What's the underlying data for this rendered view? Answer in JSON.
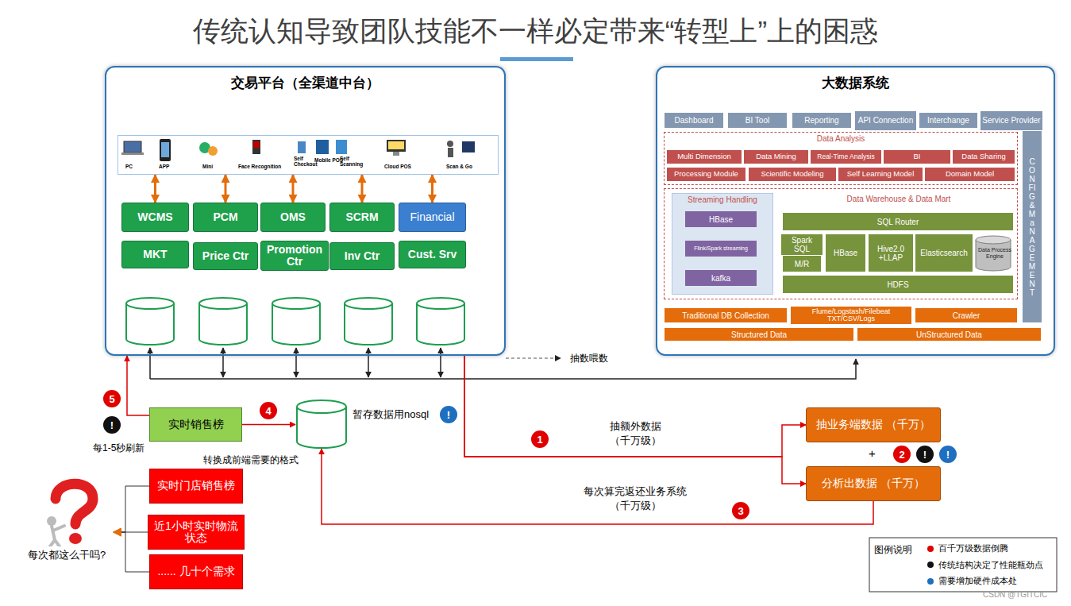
{
  "diagram": {
    "title": "传统认知导致团队技能不一样必定带来“转型上”上的困惑",
    "nodes": [
      {
        "text": [
          "交易平台（全渠道中台）"
        ]
      },
      {
        "text": [
          "PC",
          "APP",
          "Mini",
          "Face Recognition",
          "Self Checkout",
          "Mobile POS",
          "Self Scanning",
          "Cloud POS",
          "Scan & Go"
        ],
        "in": 0
      },
      {
        "text": [
          "WCMS"
        ],
        "in": 0
      },
      {
        "text": [
          "PCM"
        ],
        "in": 0
      },
      {
        "text": [
          "OMS"
        ],
        "in": 0
      },
      {
        "text": [
          "SCRM"
        ],
        "in": 0
      },
      {
        "text": [
          "Financial"
        ],
        "in": 0
      },
      {
        "text": [
          "MKT"
        ],
        "in": 0
      },
      {
        "text": [
          "Price Ctr"
        ],
        "in": 0
      },
      {
        "text": [
          "Promotion Ctr"
        ],
        "in": 0
      },
      {
        "text": [
          "Inv Ctr"
        ],
        "in": 0
      },
      {
        "text": [
          "Cust. Srv"
        ],
        "in": 0
      },
      {
        "text": [
          "大数据系统"
        ]
      },
      {
        "text": [
          "Dashboard"
        ],
        "in": 12
      },
      {
        "text": [
          "BI Tool"
        ],
        "in": 12
      },
      {
        "text": [
          "Reporting"
        ],
        "in": 12
      },
      {
        "text": [
          "API Connection"
        ],
        "in": 12
      },
      {
        "text": [
          "Interchange"
        ],
        "in": 12
      },
      {
        "text": [
          "Service Provider"
        ],
        "in": 12
      },
      {
        "text": [
          "Data Analysis"
        ],
        "in": 12
      },
      {
        "text": [
          "Multi Dimension"
        ],
        "in": 19
      },
      {
        "text": [
          "Data Mining"
        ],
        "in": 19
      },
      {
        "text": [
          "Real-Time Analysis"
        ],
        "in": 19
      },
      {
        "text": [
          "BI"
        ],
        "in": 19
      },
      {
        "text": [
          "Data Sharing"
        ],
        "in": 19
      },
      {
        "text": [
          "Processing Module"
        ],
        "in": 19
      },
      {
        "text": [
          "Scientific Modeling"
        ],
        "in": 19
      },
      {
        "text": [
          "Self Learning Model"
        ],
        "in": 19
      },
      {
        "text": [
          "Domain Model"
        ],
        "in": 19
      },
      {
        "text": [
          "CONFIG & MaNAGEMENT"
        ],
        "in": 12
      },
      {
        "text": [
          "Data Warehouse & Data Mart"
        ],
        "in": 12
      },
      {
        "text": [
          "Streaming Handling"
        ],
        "in": 30
      },
      {
        "text": [
          "HBase"
        ],
        "in": 31
      },
      {
        "text": [
          "Flink/Spark streaming"
        ],
        "in": 31
      },
      {
        "text": [
          "kafka"
        ],
        "in": 31
      },
      {
        "text": [
          "SQL Router"
        ],
        "in": 30
      },
      {
        "text": [
          "Spark SQL"
        ],
        "in": 30
      },
      {
        "text": [
          "M/R"
        ],
        "in": 30
      },
      {
        "text": [
          "HBase"
        ],
        "in": 30
      },
      {
        "text": [
          "Hive2.0 +LLAP"
        ],
        "in": 30
      },
      {
        "text": [
          "Elasticsearch"
        ],
        "in": 30
      },
      {
        "text": [
          "Data Process Engine"
        ],
        "in": 30
      },
      {
        "text": [
          "HDFS"
        ],
        "in": 30
      },
      {
        "text": [
          "Traditional DB Collection"
        ],
        "in": 12
      },
      {
        "text": [
          "Flume/Logstash/Filebeat TXT/CSV/Logs"
        ],
        "in": 12
      },
      {
        "text": [
          "Crawler"
        ],
        "in": 12
      },
      {
        "text": [
          "Structured Data"
        ],
        "in": 12
      },
      {
        "text": [
          "UnStructured Data"
        ],
        "in": 12
      },
      {
        "text": [
          "实时销售榜"
        ]
      },
      {
        "text": [
          "暂存数据用nosql"
        ]
      },
      {
        "text": [
          "抽业务端数据 （千万）"
        ]
      },
      {
        "text": [
          "分析出数据 （千万）"
        ]
      },
      {
        "text": [
          "实时门店销售榜"
        ]
      },
      {
        "text": [
          "近1小时实时物流状态"
        ]
      },
      {
        "text": [
          "...... 几十个需求"
        ]
      },
      {
        "text": [
          "每次都这么干吗?"
        ]
      }
    ],
    "edges": [
      {
        "from": 1,
        "to": 2,
        "arrow": "both"
      },
      {
        "from": 1,
        "to": 3,
        "arrow": "both"
      },
      {
        "from": 1,
        "to": 4,
        "arrow": "both"
      },
      {
        "from": 1,
        "to": 5,
        "arrow": "both"
      },
      {
        "from": 1,
        "to": 6,
        "arrow": "both"
      },
      {
        "from": 34,
        "to": 33,
        "arrow": "to"
      },
      {
        "from": 33,
        "to": 32,
        "arrow": "to"
      },
      {
        "from": 0,
        "to": 50,
        "label": "抽额外数据 （千万级）",
        "arrow": "to"
      },
      {
        "from": 0,
        "to": 51,
        "arrow": "to"
      },
      {
        "from": 51,
        "to": 49,
        "label": "每次算完返还业务系统 （千万级）",
        "arrow": "to"
      },
      {
        "from": 48,
        "to": 49,
        "arrow": "to"
      },
      {
        "from": 48,
        "to": 0,
        "arrow": "to"
      },
      {
        "from": 52,
        "to": 55,
        "arrow": "to"
      },
      {
        "from": 53,
        "to": 55,
        "arrow": "to"
      },
      {
        "from": 54,
        "to": 55,
        "arrow": "to"
      }
    ],
    "labels": [
      "抽数喂数",
      "5",
      "!",
      "每1-5秒刷新",
      "4",
      "!",
      "转换成前端需要的格式",
      "1",
      "+",
      "2",
      "!",
      "!",
      "3",
      "图例说明",
      "CSDN @TGITCIC"
    ],
    "legend": [
      {
        "text": "百千万级数据倒腾",
        "color": "#e00000"
      },
      {
        "text": "传统结构决定了性能瓶劲点",
        "color": "#111111"
      },
      {
        "text": "需要增加硬件成本处",
        "color": "#1f6fc0"
      }
    ]
  }
}
